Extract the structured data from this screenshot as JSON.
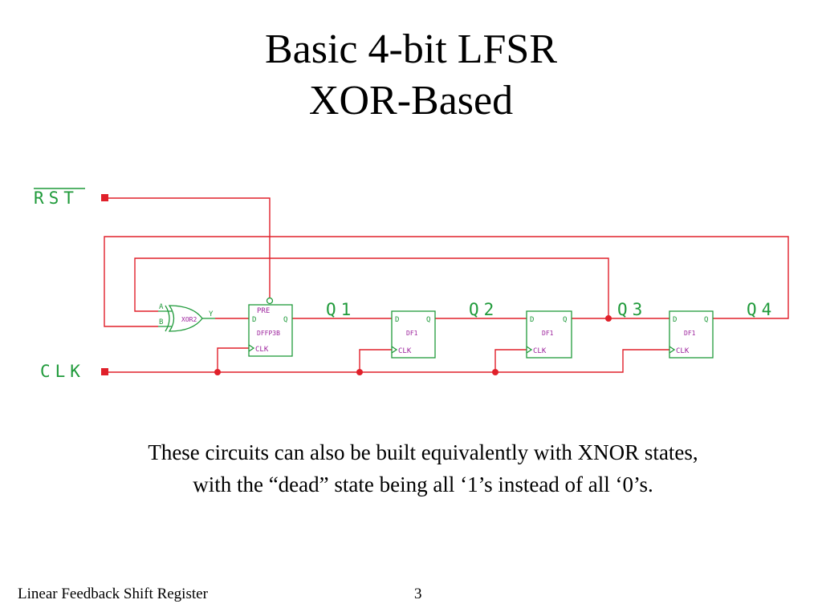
{
  "title": {
    "line1": "Basic 4-bit LFSR",
    "line2": "XOR-Based"
  },
  "diagram": {
    "ports": {
      "rst": "RST",
      "clk": "CLK"
    },
    "gate": {
      "name": "XOR2",
      "input_a": "A",
      "input_b": "B",
      "output_y": "Y"
    },
    "flipflops": [
      {
        "type": "DFFP3B",
        "preset": "PRE",
        "d": "D",
        "q": "Q",
        "clk": "CLK"
      },
      {
        "type": "DF1",
        "d": "D",
        "q": "Q",
        "clk": "CLK"
      },
      {
        "type": "DF1",
        "d": "D",
        "q": "Q",
        "clk": "CLK"
      },
      {
        "type": "DF1",
        "d": "D",
        "q": "Q",
        "clk": "CLK"
      }
    ],
    "outputs": [
      "Q1",
      "Q2",
      "Q3",
      "Q4"
    ],
    "colors": {
      "wire": "#e0202a",
      "component": "#1f9a3a",
      "component_text": "#9b1f9b",
      "junction": "#e0202a"
    }
  },
  "note": {
    "line1": "These circuits can also be built equivalently with XNOR states,",
    "line2": "with the “dead” state being all ‘1’s instead of all ‘0’s."
  },
  "footer": {
    "left": "Linear Feedback Shift Register",
    "page": "3"
  }
}
